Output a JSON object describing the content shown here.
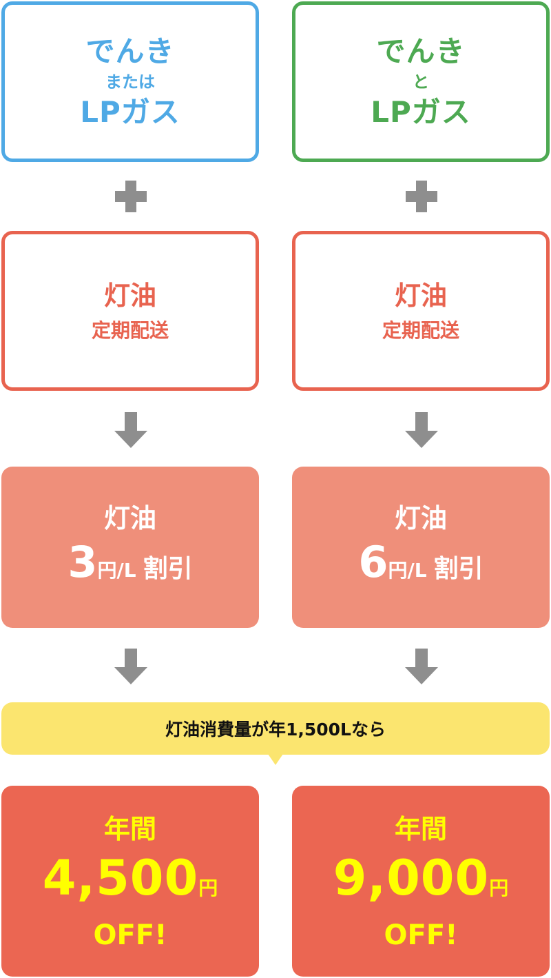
{
  "colors": {
    "blue": "#4FA9E5",
    "green": "#4DA952",
    "kerosene_outline": "#E8634F",
    "discount_fill": "#EF8F7A",
    "result_fill": "#EB6652",
    "result_text": "#FFFF00",
    "bubble_fill": "#FBE56F",
    "connector_gray": "#8E8E8E"
  },
  "left": {
    "service": {
      "line1": "でんき",
      "line2": "または",
      "line3": "LPガス"
    },
    "connector1_icon": "plus-icon",
    "kerosene": {
      "line1": "灯油",
      "line2": "定期配送"
    },
    "connector2_icon": "down-arrow-icon",
    "discount": {
      "line1": "灯油",
      "rate": "3",
      "unit": "円/L",
      "word": "割引"
    },
    "connector3_icon": "down-arrow-icon",
    "result": {
      "line1": "年間",
      "amount": "4,500",
      "unit": "円",
      "suffix": "OFF!"
    }
  },
  "right": {
    "service": {
      "line1": "でんき",
      "line2": "と",
      "line3": "LPガス"
    },
    "connector1_icon": "plus-icon",
    "kerosene": {
      "line1": "灯油",
      "line2": "定期配送"
    },
    "connector2_icon": "down-arrow-icon",
    "discount": {
      "line1": "灯油",
      "rate": "6",
      "unit": "円/L",
      "word": "割引"
    },
    "connector3_icon": "down-arrow-icon",
    "result": {
      "line1": "年間",
      "amount": "9,000",
      "unit": "円",
      "suffix": "OFF!"
    }
  },
  "condition_bubble": {
    "text": "灯油消費量が年1,500Lなら"
  }
}
